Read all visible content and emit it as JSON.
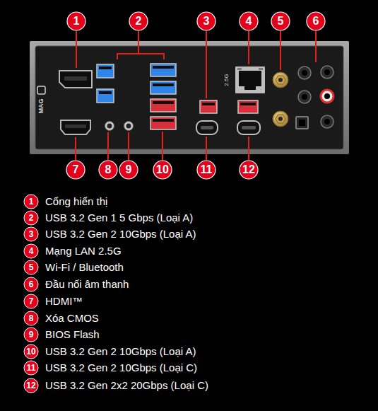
{
  "diagram": {
    "nodes": [
      {
        "text": [
          "1"
        ]
      },
      {
        "text": [
          "2"
        ]
      },
      {
        "text": [
          "3"
        ]
      },
      {
        "text": [
          "4"
        ]
      },
      {
        "text": [
          "5"
        ]
      },
      {
        "text": [
          "6"
        ]
      },
      {
        "text": [
          "7"
        ]
      },
      {
        "text": [
          "8"
        ]
      },
      {
        "text": [
          "9"
        ]
      },
      {
        "text": [
          "10"
        ]
      },
      {
        "text": [
          "11"
        ]
      },
      {
        "text": [
          "12"
        ]
      },
      {
        "text": [
          "1",
          "Cổng hiển thị"
        ]
      },
      {
        "text": [
          "2",
          "USB 3.2 Gen 1 5 Gbps (Loại A)"
        ]
      },
      {
        "text": [
          "3",
          "USB 3.2 Gen 2 10Gbps (Loại A)"
        ]
      },
      {
        "text": [
          "4",
          "Mạng LAN 2.5G"
        ]
      },
      {
        "text": [
          "5",
          "Wi-Fi / Bluetooth"
        ]
      },
      {
        "text": [
          "6",
          "Đầu nối âm thanh"
        ]
      },
      {
        "text": [
          "7",
          "HDMI™"
        ]
      },
      {
        "text": [
          "8",
          "Xóa CMOS"
        ]
      },
      {
        "text": [
          "9",
          "BIOS Flash"
        ]
      },
      {
        "text": [
          "10",
          "USB 3.2 Gen 2 10Gbps (Loại A)"
        ]
      },
      {
        "text": [
          "11",
          "USB 3.2 Gen 2 10Gbps (Loại C)"
        ]
      },
      {
        "text": [
          "12",
          "USB 3.2 Gen 2x2 20Gbps (Loại C)"
        ]
      }
    ],
    "labels": [
      "MAG",
      "2.5G"
    ]
  }
}
